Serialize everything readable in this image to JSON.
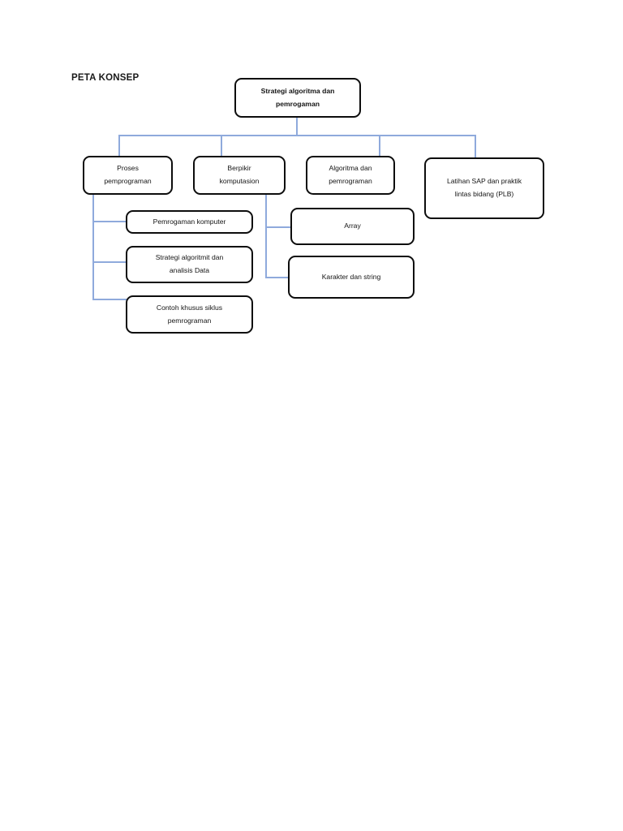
{
  "page": {
    "title": "PETA KONSEP",
    "background_color": "#ffffff",
    "connector_color": "#8faadc",
    "node_border_color": "#0d0d0d"
  },
  "diagram": {
    "type": "concept-map",
    "root": {
      "id": "root",
      "label": "Strategi algoritma dan\npemrogaman"
    },
    "level2": [
      {
        "id": "proses-pemprograman",
        "label": "Proses\npemprograman"
      },
      {
        "id": "berpikir-komputasion",
        "label": "Berpikir\nkomputasion"
      },
      {
        "id": "algoritma-dan-pemrograman",
        "label": "Algoritma dan\npemrograman"
      },
      {
        "id": "latihan-sap",
        "label": "Latihan SAP dan praktik\nlintas bidang (PLB)"
      }
    ],
    "level3_left": [
      {
        "id": "pemrogaman-komputer",
        "label": "Pemrogaman komputer",
        "parent": "proses-pemprograman"
      },
      {
        "id": "strategi-algoritmit",
        "label": "Strategi algoritmit dan\nanalisis Data",
        "parent": "proses-pemprograman"
      },
      {
        "id": "contoh-khusus-siklus",
        "label": "Contoh khusus  siklus\npemrograman",
        "parent": "proses-pemprograman"
      }
    ],
    "level3_right": [
      {
        "id": "array",
        "label": "Array",
        "parent": "berpikir-komputasion"
      },
      {
        "id": "karakter-dan-string",
        "label": "Karakter dan string",
        "parent": "berpikir-komputasion"
      }
    ]
  }
}
